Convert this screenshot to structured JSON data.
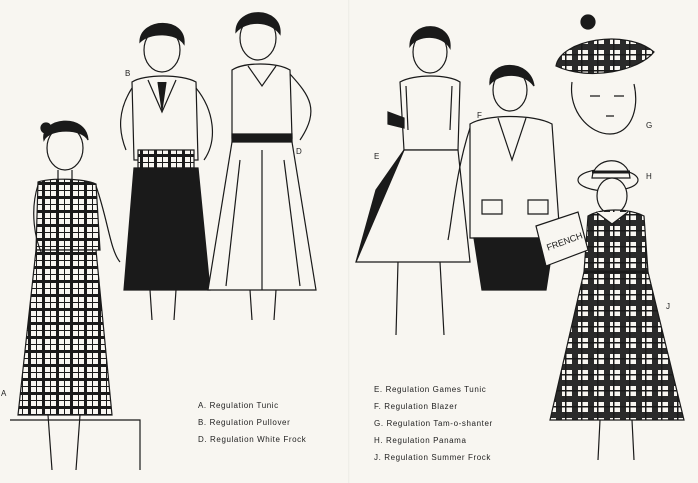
{
  "letters": {
    "a": "A",
    "b": "B",
    "d": "D",
    "e": "E",
    "f": "F",
    "g": "G",
    "h": "H",
    "j": "J"
  },
  "captions_left": [
    "A.  Regulation Tunic",
    "B.  Regulation Pullover",
    "D.  Regulation White Frock"
  ],
  "captions_right": [
    "E.  Regulation Games Tunic",
    "F.  Regulation Blazer",
    "G.  Regulation Tam-o-shanter",
    "H.  Regulation Panama",
    "J.  Regulation Summer Frock"
  ],
  "book_text": "FRENCH",
  "colors": {
    "paper": "#f8f6f1",
    "ink": "#1a1a1a"
  }
}
